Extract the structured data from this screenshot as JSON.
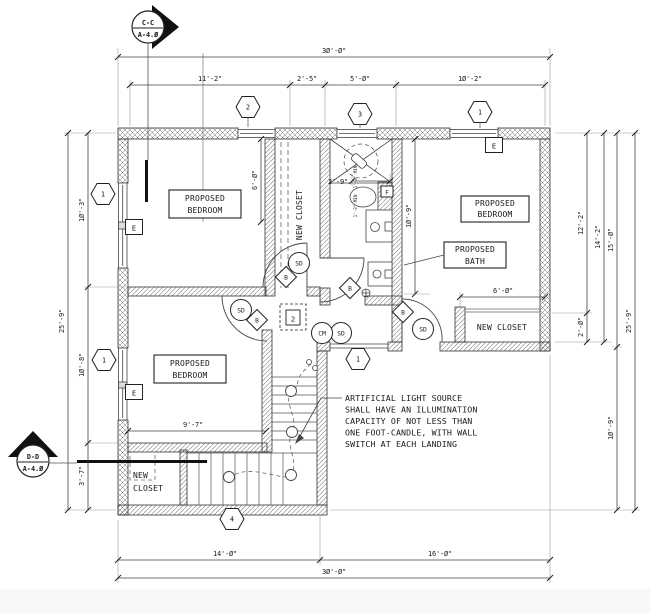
{
  "sections": {
    "cc_label": "C-C",
    "cc_sheet": "A-4.Ø",
    "dd_label": "D-D",
    "dd_sheet": "A-4.Ø"
  },
  "bubbles": {
    "b1": "1",
    "b2": "2",
    "b3": "3",
    "b4": "4"
  },
  "tags": {
    "window": "E",
    "fan": "F",
    "smoke_detector": "SD",
    "carbon_monoxide": "CM",
    "switch": "B",
    "room_tag": "2"
  },
  "rooms": {
    "bedroom_l1": "PROPOSED",
    "bedroom_l2": "BEDROOM",
    "bath_l1": "PROPOSED",
    "bath_l2": "BATH",
    "closet_vertical": "NEW CLOSET",
    "closet_right": "NEW CLOSET",
    "closet_bl_l1": "NEW",
    "closet_bl_l2": "CLOSET"
  },
  "dims": {
    "top_total": "3Ø'-Ø\"",
    "top_a": "11'-2\"",
    "top_b": "2'-5\"",
    "top_c": "5'-Ø\"",
    "top_d": "1Ø'-2\"",
    "left_total": "25'-9\"",
    "left_a": "1Ø'-3\"",
    "left_b": "1Ø'-8\"",
    "left_c": "3'-7\"",
    "right_total": "25'-9\"",
    "right_a": "12'-2\"",
    "right_b": "2'-Ø\"",
    "right_c": "14'-2\"",
    "right_d": "15'-Ø\"",
    "right_e": "1Ø'-9\"",
    "bottom_a": "14'-Ø\"",
    "bottom_b": "16'-Ø\"",
    "bottom_total": "3Ø'-Ø\"",
    "closet_depth": "6'-Ø\"",
    "closet_width": "6'-Ø\"",
    "bath_width": "2'-9\"",
    "bath_depth": "1Ø'-9\"",
    "bedroom3_width": "9'-7\"",
    "toilet_clearance": "1'-3\" MIN"
  },
  "note": {
    "l1": "ARTIFICIAL LIGHT SOURCE",
    "l2": "SHALL HAVE AN ILLUMINATION",
    "l3": "CAPACITY OF NOT LESS THAN",
    "l4": "ONE FOOT-CANDLE, WITH WALL",
    "l5": "SWITCH AT EACH LANDING"
  }
}
